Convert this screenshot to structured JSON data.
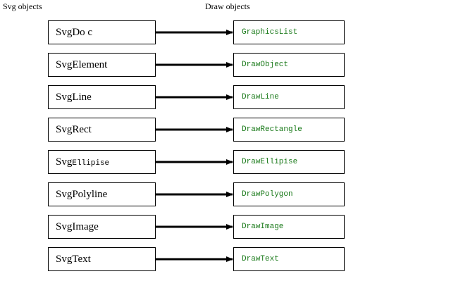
{
  "headers": {
    "left": "Svg objects",
    "right": "Draw objects"
  },
  "rows": [
    {
      "svg": "SvgDo c",
      "draw": "GraphicsList"
    },
    {
      "svg": "SvgElement",
      "draw": "DrawObject"
    },
    {
      "svg": "SvgLine",
      "draw": "DrawLine"
    },
    {
      "svg": "SvgRect",
      "draw": "DrawRectangle"
    },
    {
      "svg_prefix": "Svg",
      "svg_suffix": "Ellipise",
      "draw": "DrawEllipise"
    },
    {
      "svg": "SvgPolyline",
      "draw": "DrawPolygon"
    },
    {
      "svg": "SvgImage",
      "draw": "DrawImage"
    },
    {
      "svg": "SvgText",
      "draw": "DrawText"
    }
  ],
  "colors": {
    "draw_text": "#1a7a1a",
    "arrow": "#000000"
  }
}
